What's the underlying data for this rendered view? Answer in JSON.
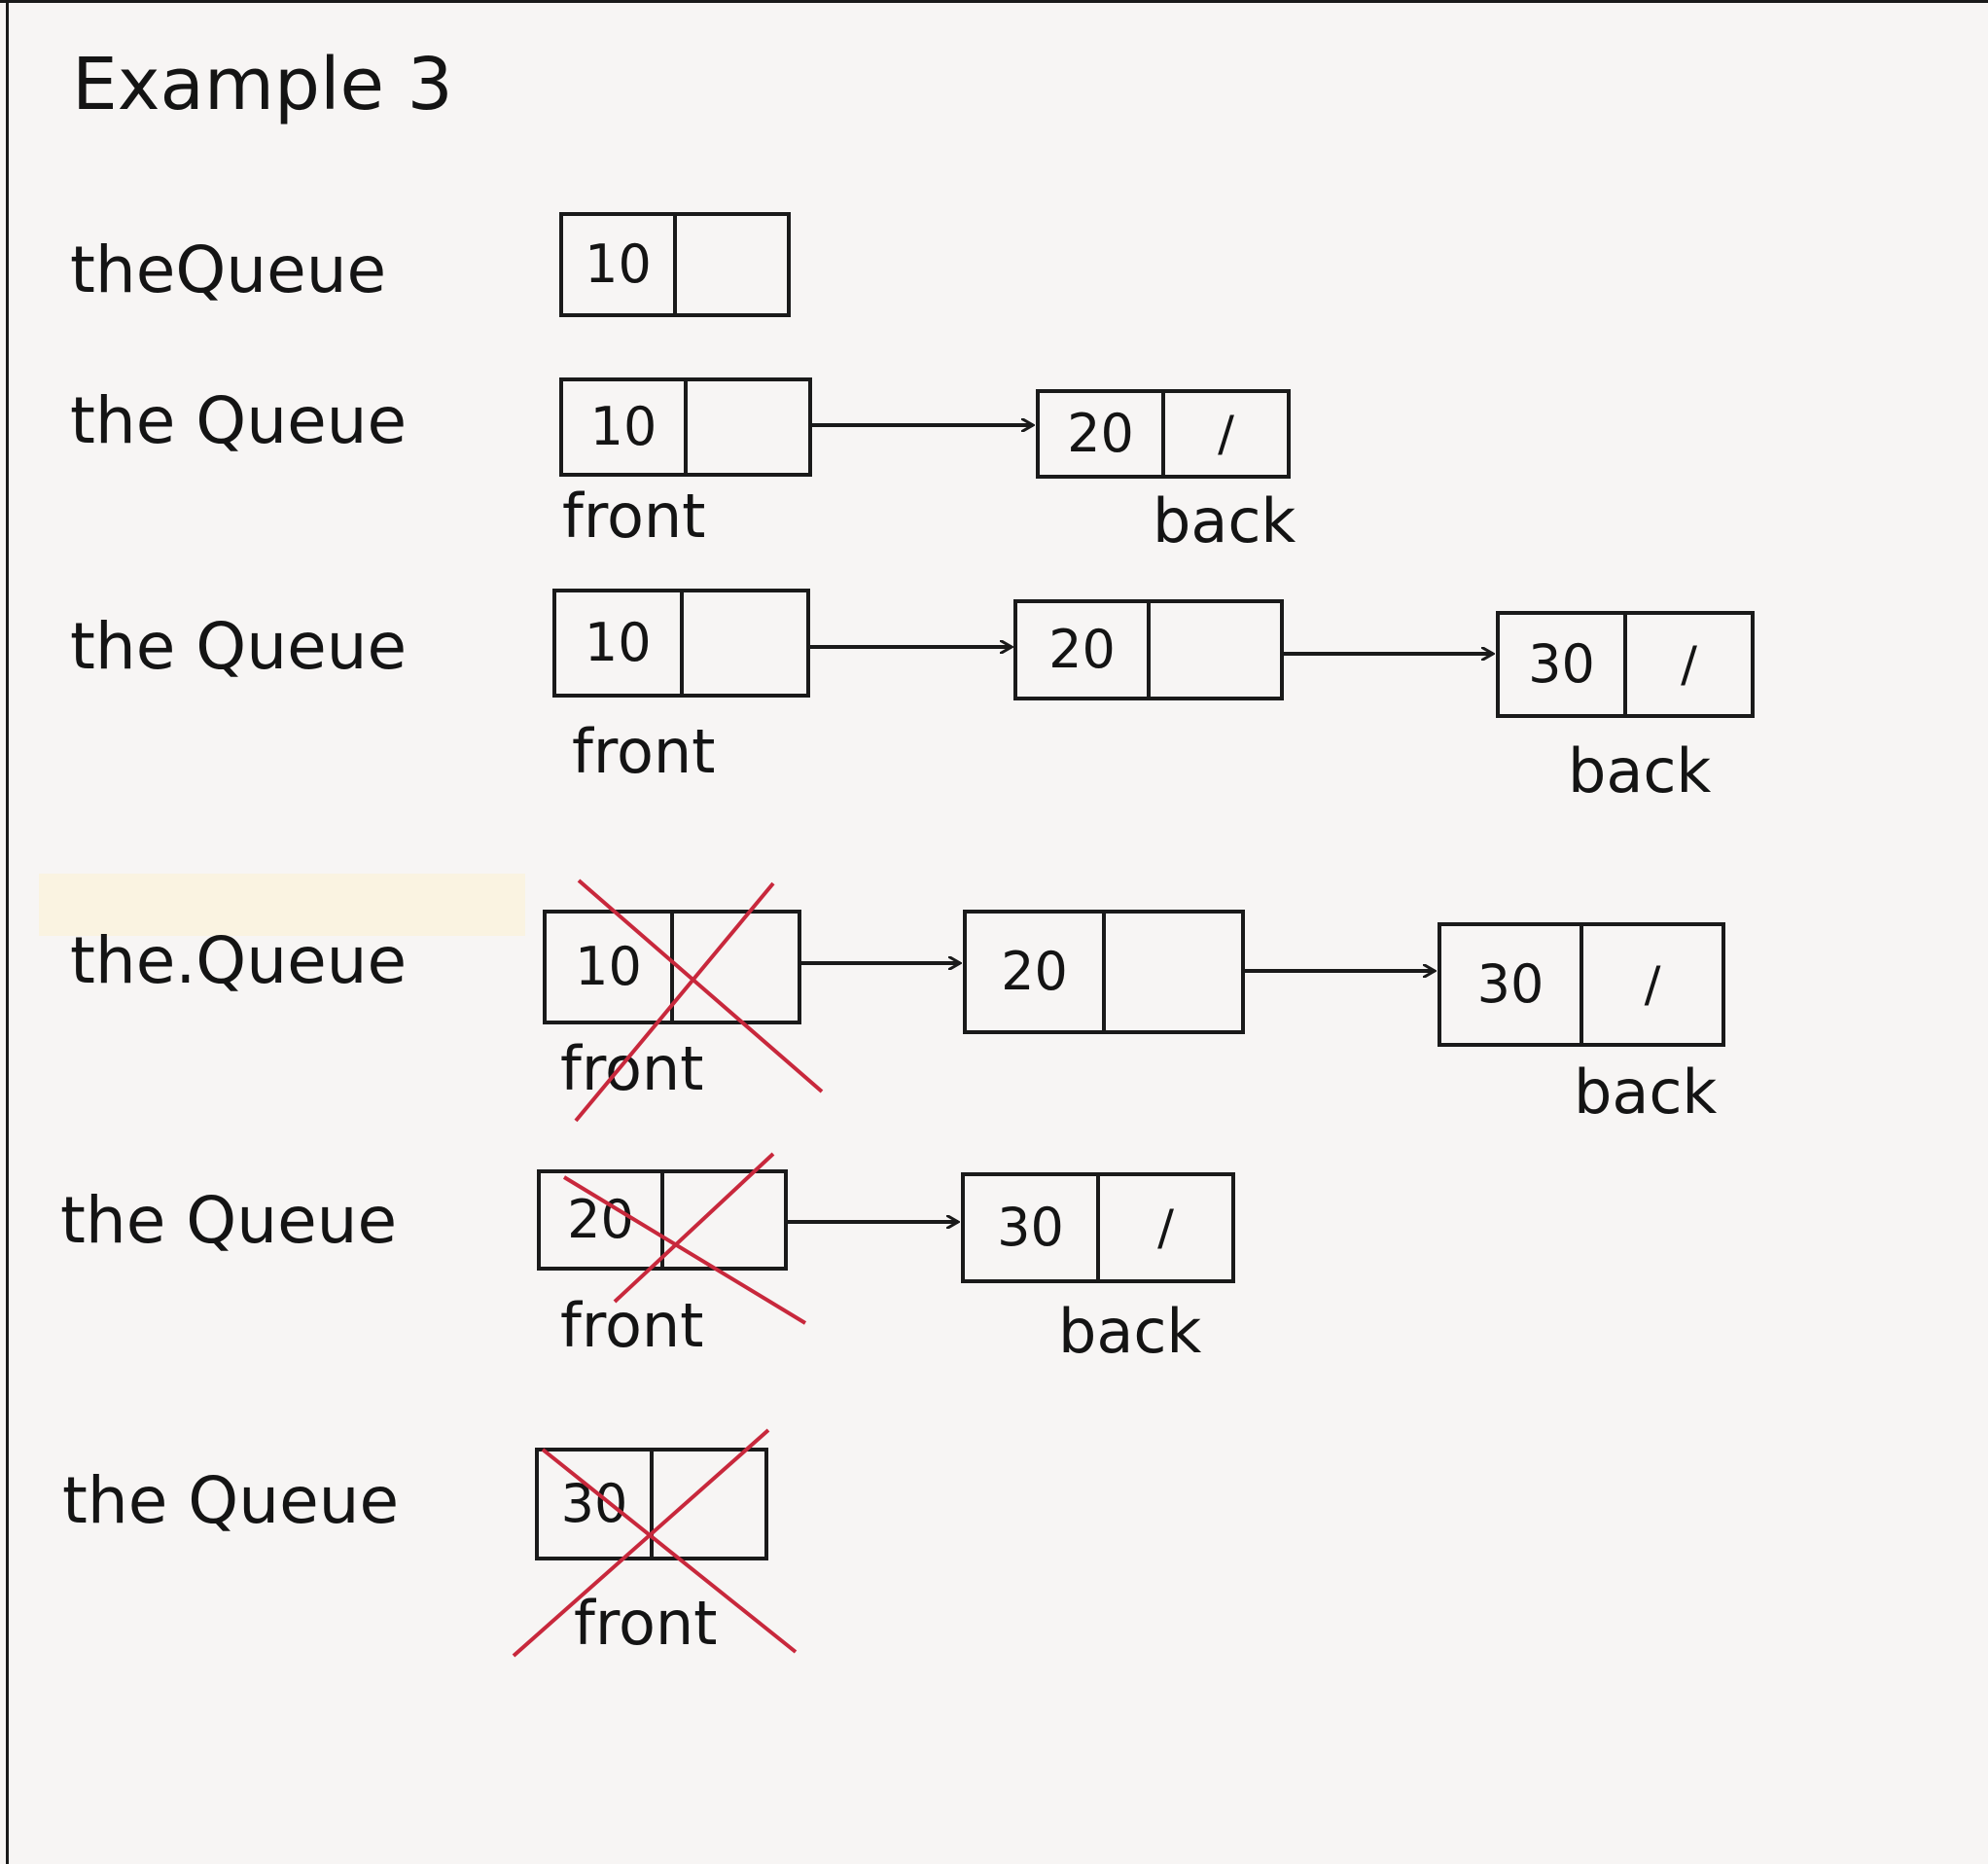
{
  "title": "Example 3",
  "rows": [
    {
      "label": "theQueue",
      "nodes": [
        {
          "value": "10",
          "next": ""
        }
      ]
    },
    {
      "label": "the Queue",
      "nodes": [
        {
          "value": "10",
          "next": ""
        },
        {
          "value": "20",
          "next": "/"
        }
      ],
      "front": "front",
      "back": "back"
    },
    {
      "label": "the Queue",
      "nodes": [
        {
          "value": "10",
          "next": ""
        },
        {
          "value": "20",
          "next": ""
        },
        {
          "value": "30",
          "next": "/"
        }
      ],
      "front": "front",
      "back": "back"
    },
    {
      "label": "the.Queue",
      "nodes": [
        {
          "value": "10",
          "next": ""
        },
        {
          "value": "20",
          "next": ""
        },
        {
          "value": "30",
          "next": "/"
        }
      ],
      "front": "front",
      "back": "back",
      "removed": "front-node"
    },
    {
      "label": "the Queue",
      "nodes": [
        {
          "value": "20",
          "next": ""
        },
        {
          "value": "30",
          "next": "/"
        }
      ],
      "front": "front",
      "back": "back",
      "removed": "front-node"
    },
    {
      "label": "the Queue",
      "nodes": [
        {
          "value": "30",
          "next": ""
        }
      ],
      "front": "front",
      "removed": "front-node"
    }
  ],
  "colors": {
    "ink": "#141414",
    "strike": "#c8283c",
    "paper": "#f7f5f4"
  }
}
